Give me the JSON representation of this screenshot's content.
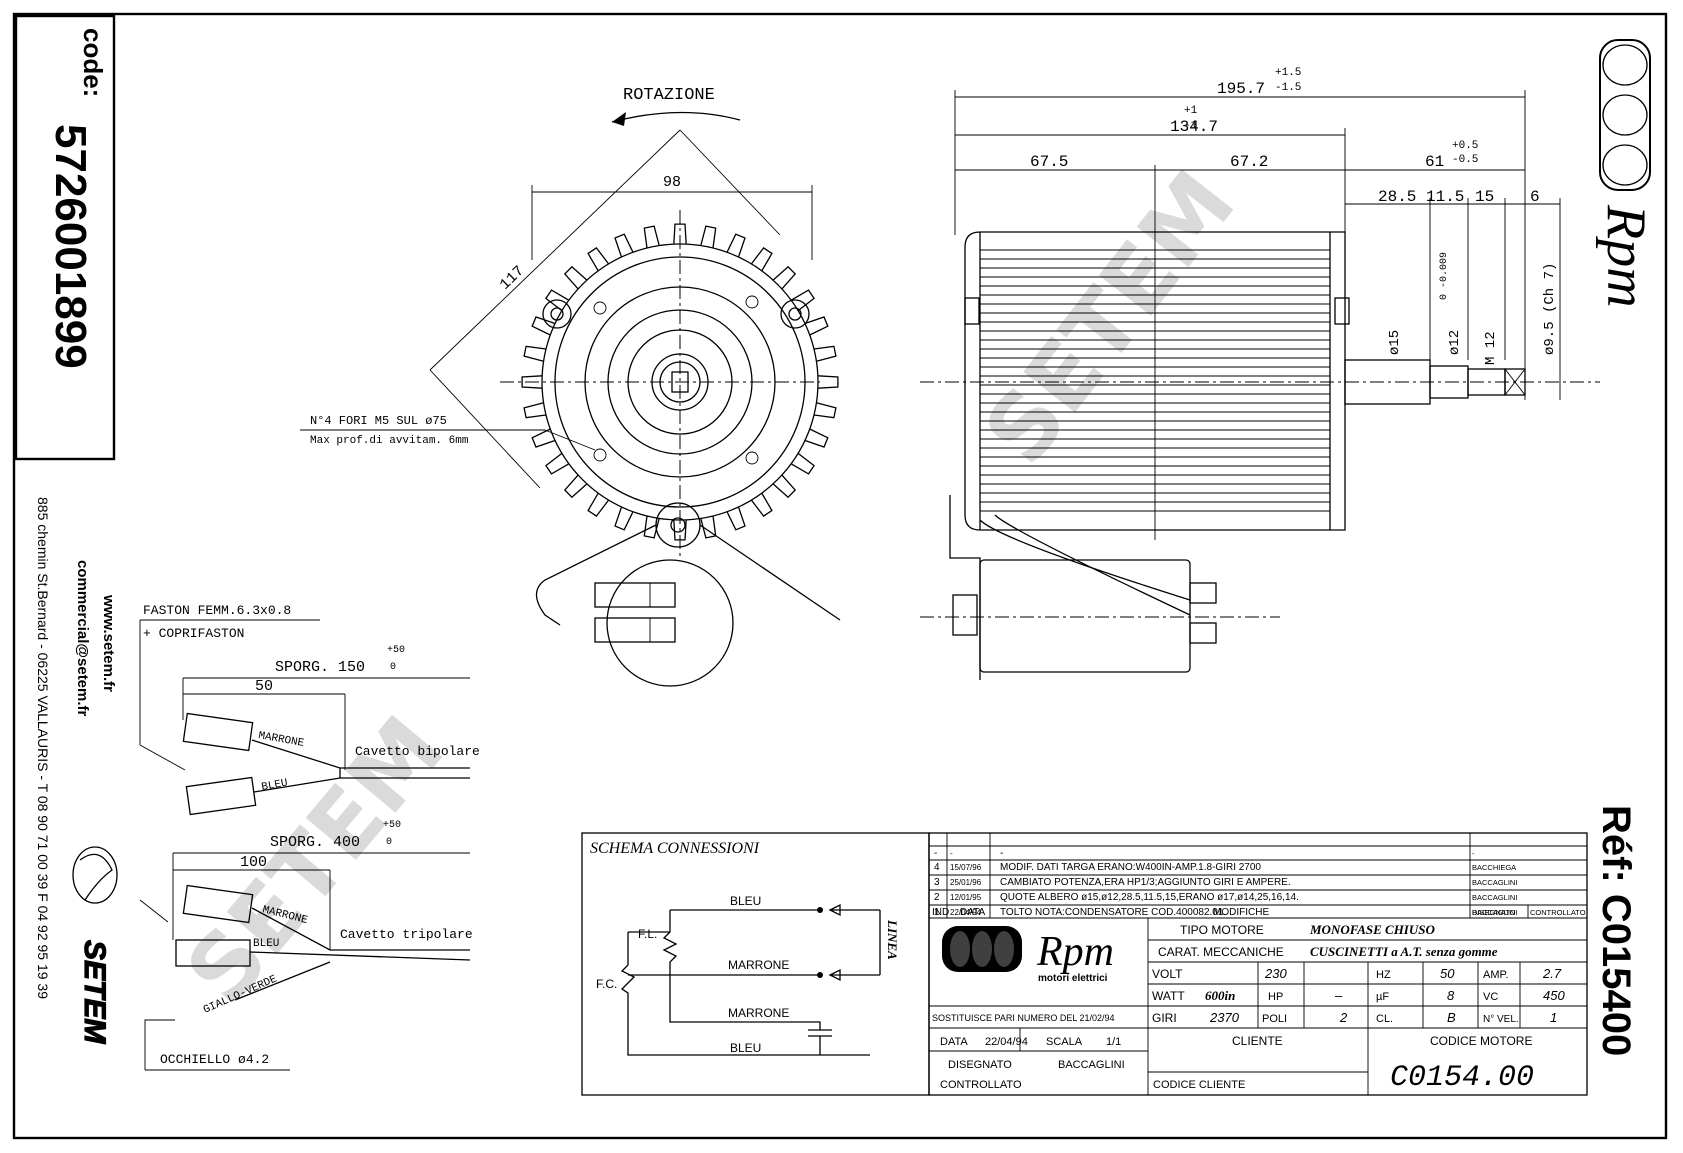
{
  "code_label": "code:",
  "code_number": "5726001899",
  "contact": {
    "web": "www.setem.fr",
    "email": "commercial@setem.fr",
    "address": "885 chemin St.Bernard - 06225 VALLAURIS - T 08 90 71 00 39  F 04 92 95 19 39"
  },
  "brand": {
    "setem": "SETEM",
    "rpm": "Rpm",
    "rpm_sub": "motori elettrici",
    "watermark": "SETEM"
  },
  "ref": "Réf: C015400",
  "front_view": {
    "rotation": "ROTAZIONE",
    "dim_98": "98",
    "dim_117": "117",
    "holes_note": "N°4 FORI M5 SUL ø75",
    "holes_note2": "Max prof.di avvitam. 6mm"
  },
  "side_view": {
    "d_195": "195.7",
    "d_195_tol_up": "+1.5",
    "d_195_tol_dn": "-1.5",
    "d_134": "134.7",
    "d_134_tol_up": "+1",
    "d_134_tol_dn": "-1",
    "d_67_5": "67.5",
    "d_67_2": "67.2",
    "d_61": "61",
    "d_61_tol_up": "+0.5",
    "d_61_tol_dn": "-0.5",
    "d_28_5": "28.5",
    "d_11_5": "11.5",
    "d_15": "15",
    "d_6": "6",
    "dia_15": "ø15",
    "dia_12": "ø12",
    "dia_12_tol": "0 -0.009",
    "m12": "M 12",
    "dia_9_5": "ø9.5 (Ch 7)"
  },
  "cables": {
    "faston": "FASTON FEMM.6.3x0.8",
    "coprifaston": "+ COPRIFASTON",
    "sporg150": "SPORG. 150",
    "sporg150_tol": "+50",
    "sporg150_tol0": "0",
    "dim50": "50",
    "marrone": "MARRONE",
    "bleu": "BLEU",
    "bipolare": "Cavetto bipolare",
    "sporg400": "SPORG. 400",
    "sporg400_tol": "+50",
    "sporg400_tol0": "0",
    "dim100": "100",
    "tripolare": "Cavetto tripolare",
    "giallo": "GIALLO-VERDE",
    "occhiello": "OCCHIELLO ø4.2"
  },
  "schema": {
    "title": "SCHEMA CONNESSIONI",
    "bleu1": "BLEU",
    "marrone1": "MARRONE",
    "marrone2": "MARRONE",
    "bleu2": "BLEU",
    "fl": "F.L.",
    "fc": "F.C.",
    "linea": "LINEA"
  },
  "modifiche": [
    {
      "ind": "-",
      "data": "-",
      "text": "-",
      "dis": "-"
    },
    {
      "ind": "4",
      "data": "15/07/96",
      "text": "MODIF. DATI TARGA ERANO:W400IN-AMP.1.8-GIRI 2700",
      "dis": "BACCHIEGA"
    },
    {
      "ind": "3",
      "data": "25/01/96",
      "text": "CAMBIATO POTENZA,ERA HP1/3;AGGIUNTO GIRI E AMPERE.",
      "dis": "BACCAGLINI"
    },
    {
      "ind": "2",
      "data": "12/01/95",
      "text": "QUOTE ALBERO ø15,ø12,28.5,11.5,15,ERANO ø17,ø14,25,16,14.",
      "dis": "BACCAGLINI"
    },
    {
      "ind": "1",
      "data": "22/04/94",
      "text": "TOLTO NOTA:CONDENSATORE COD.400082.01.",
      "dis": "BACCAGLINI"
    }
  ],
  "mod_header": {
    "ind": "IND",
    "data": "DATA",
    "modifiche": "MODIFICHE",
    "disegnato": "DISEGNATO",
    "controllato": "CONTROLLATO"
  },
  "spec": {
    "tipo_label": "TIPO MOTORE",
    "tipo_val": "MONOFASE CHIUSO",
    "carat_label": "CARAT. MECCANICHE",
    "carat_val": "CUSCINETTI a A.T. senza gomme",
    "volt_label": "VOLT",
    "volt_val": "230",
    "hz_label": "HZ",
    "hz_val": "50",
    "amp_label": "AMP.",
    "amp_val": "2.7",
    "watt_label": "WATT",
    "watt_val": "600in",
    "hp_label": "HP",
    "hp_val": "–",
    "uf_label": "µF",
    "uf_val": "8",
    "vc_label": "VC",
    "vc_val": "450",
    "sost": "SOSTITUISCE PARI NUMERO DEL 21/02/94",
    "giri_label": "GIRI",
    "giri_val": "2370",
    "poli_label": "POLI",
    "poli_val": "2",
    "cl_label": "CL.",
    "cl_val": "B",
    "nvel_label": "N° VEL.",
    "nvel_val": "1",
    "data_label": "DATA",
    "data_val": "22/04/94",
    "scala_label": "SCALA",
    "scala_val": "1/1",
    "cliente": "CLIENTE",
    "codice_motore": "CODICE MOTORE",
    "disegnato": "DISEGNATO",
    "disegnato_val": "BACCAGLINI",
    "controllato": "CONTROLLATO",
    "codice_cliente": "CODICE CLIENTE",
    "codice_val": "C0154.00"
  }
}
